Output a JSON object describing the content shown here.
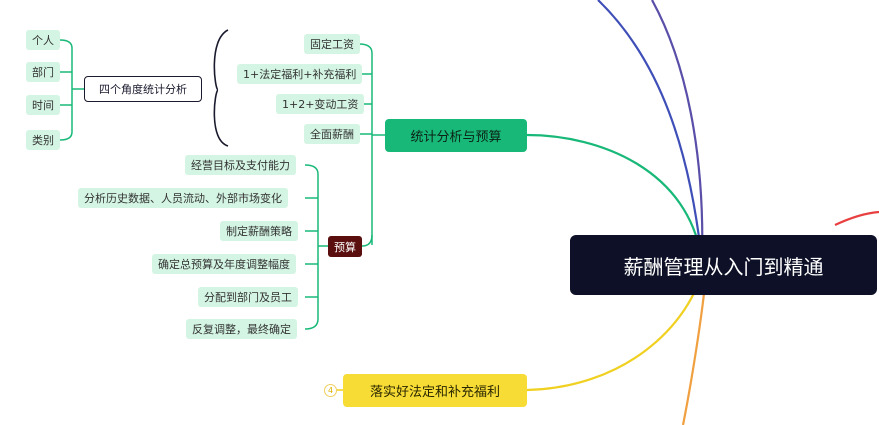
{
  "root": {
    "label": "薪酬管理从入门到精通"
  },
  "branch_stats": {
    "label": "统计分析与预算",
    "fixed": [
      "固定工资",
      "1+法定福利+补充福利",
      "1+2+变动工资",
      "全面薪酬"
    ],
    "angle": {
      "label": "四个角度统计分析",
      "items": [
        "个人",
        "部门",
        "时间",
        "类别"
      ]
    },
    "budget": {
      "label": "预算",
      "steps": [
        "经营目标及支付能力",
        "分析历史数据、人员流动、外部市场变化",
        "制定薪酬策略",
        "确定总预算及年度调整幅度",
        "分配到部门及员工",
        "反复调整，最终确定"
      ]
    }
  },
  "branch_welfare": {
    "label": "落实好法定和补充福利",
    "badge": "4"
  },
  "colors": {
    "root_bg": "#0d1026",
    "green": "#18b878",
    "pill": "#d4f5e4",
    "yellow": "#f6dc35",
    "budget": "#5a0e0e"
  }
}
